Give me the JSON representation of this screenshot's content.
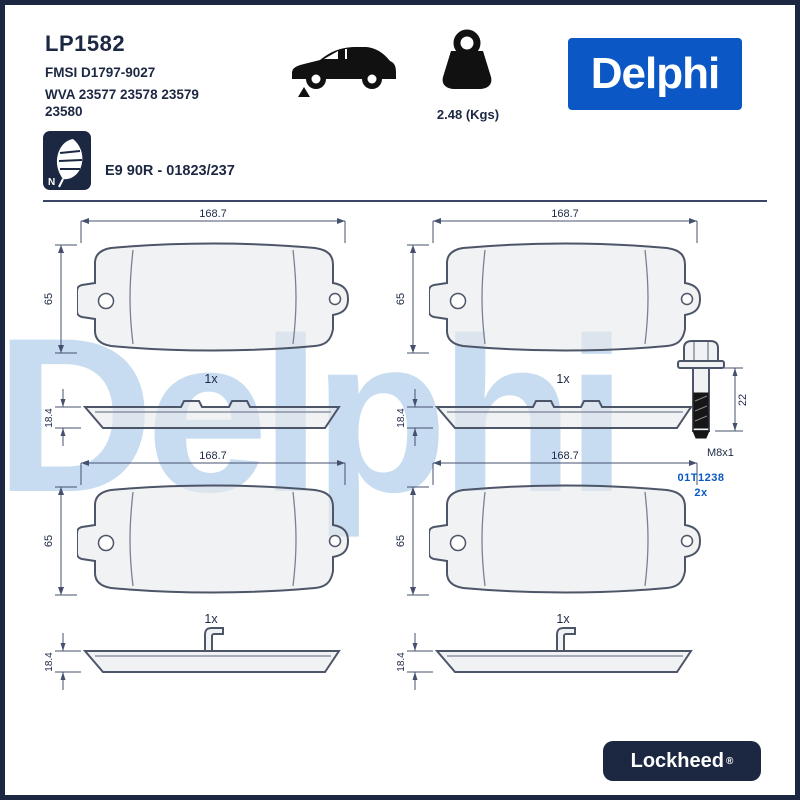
{
  "header": {
    "part_number": "LP1582",
    "fmsi": "FMSI D1797-9027",
    "wva_line1": "WVA 23577 23578 23579",
    "wva_line2": "23580",
    "weight": "2.48 (Kgs)",
    "brand": "Delphi"
  },
  "homologation": {
    "eco_letter": "N",
    "approval_code": "E9 90R - 01823/237"
  },
  "watermark": "Delphi",
  "drawings": {
    "pads": [
      {
        "width": "168.7",
        "height": "65",
        "qty": "1x",
        "thickness": "18.4"
      },
      {
        "width": "168.7",
        "height": "65",
        "qty": "1x",
        "thickness": "18.4"
      },
      {
        "width": "168.7",
        "height": "65",
        "qty": "1x",
        "thickness": "18.4"
      },
      {
        "width": "168.7",
        "height": "65",
        "qty": "1x",
        "thickness": "18.4"
      }
    ],
    "bolt": {
      "length": "22",
      "thread": "M8x1",
      "ref": "01T1238",
      "qty": "2x"
    }
  },
  "footer": {
    "sub_brand": "Lockheed",
    "registered": "®"
  },
  "colors": {
    "navy": "#1c2742",
    "delphi_blue": "#0a57c5",
    "watermark": "#c7dcf1",
    "text": "#1d2945"
  }
}
